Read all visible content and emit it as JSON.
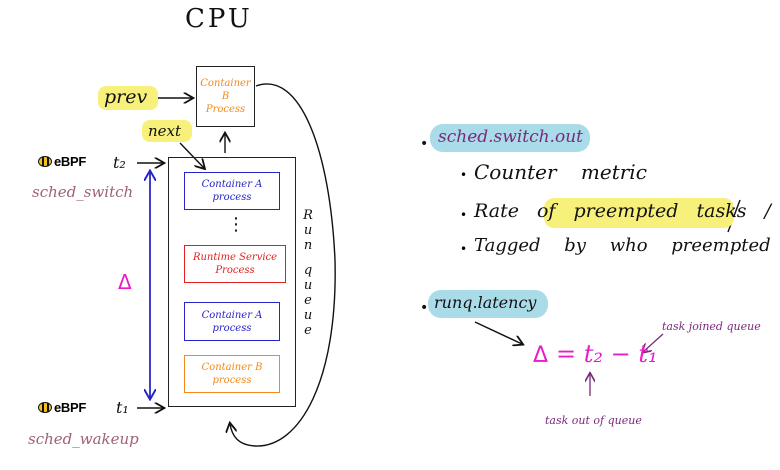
{
  "cpu_label": "CPU",
  "prev_label": "prev",
  "next_label": "next",
  "cpu_box": {
    "line1": "Container",
    "line2": "B",
    "line3": "Process"
  },
  "run_queue": {
    "letters": [
      "R",
      "u",
      "n",
      "q",
      "u",
      "e",
      "u",
      "e"
    ],
    "items": [
      {
        "line1": "Container A",
        "line2": "process",
        "color": "#2424c8"
      },
      {
        "line1": "Runtime Service",
        "line2": "Process",
        "color": "#e0211f"
      },
      {
        "line1": "Container A",
        "line2": "process",
        "color": "#2424c8"
      },
      {
        "line1": "Container B",
        "line2": "process",
        "color": "#f08a1a"
      }
    ],
    "ellipsis": "⋮"
  },
  "ebpf_top": {
    "brand": "eBPF",
    "tag": "t₂",
    "hook": "sched_switch"
  },
  "ebpf_bottom": {
    "brand": "eBPF",
    "tag": "t₁",
    "hook": "sched_wakeup"
  },
  "delta_symbol": "Δ",
  "metrics": {
    "sched_switch_out": {
      "name": "sched.switch.out",
      "bullets": [
        "Counter metric",
        "Rate of preempted tasks / se",
        "Tagged by who preempted"
      ]
    },
    "runq_latency": {
      "name": "runq.latency",
      "formula_left": "Δ",
      "formula_right": "= t₂ − t₁",
      "note_joined": "task joined queue",
      "note_out": "task out of queue"
    }
  },
  "colors": {
    "highlight_yellow": "#f7f07a",
    "highlight_blue": "#a9dbe9",
    "purple": "#7a2a7a",
    "magenta": "#e81cc8",
    "blue": "#2424c8",
    "red": "#e0211f",
    "orange": "#f08a1a",
    "mauve": "#a0607a"
  }
}
